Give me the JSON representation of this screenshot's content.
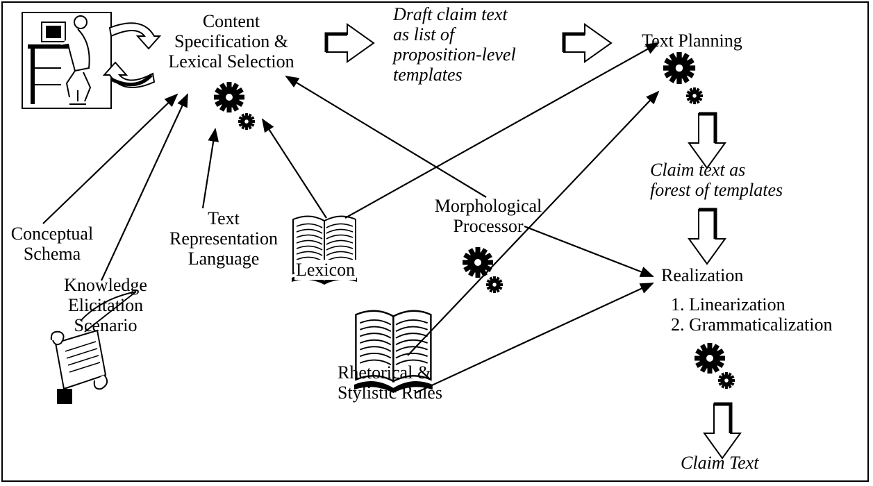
{
  "labels": {
    "content_spec": [
      "Content",
      "Specification &",
      "Lexical Selection"
    ],
    "draft_claim": [
      "Draft claim text",
      "as list of",
      "proposition-level",
      "templates"
    ],
    "text_planning": "Text Planning",
    "claim_forest": [
      "Claim text as",
      "forest of templates"
    ],
    "realization": "Realization",
    "realization_steps": [
      "1. Linearization",
      "2. Grammaticalization"
    ],
    "claim_text": "Claim Text",
    "conceptual_schema": [
      "Conceptual",
      "Schema"
    ],
    "knowledge_elicitation": [
      "Knowledge",
      "Elicitation",
      "Scenario"
    ],
    "text_rep_language": [
      "Text",
      "Representation",
      "Language"
    ],
    "lexicon": "Lexicon",
    "morph_processor": [
      "Morphological",
      "Processor"
    ],
    "rhetorical_rules": [
      "Rhetorical &",
      "Stylistic Rules"
    ]
  },
  "icons": [
    "user-at-computer-icon",
    "gear-icon",
    "book-icon",
    "scroll-quill-icon",
    "hollow-arrow-icon"
  ]
}
